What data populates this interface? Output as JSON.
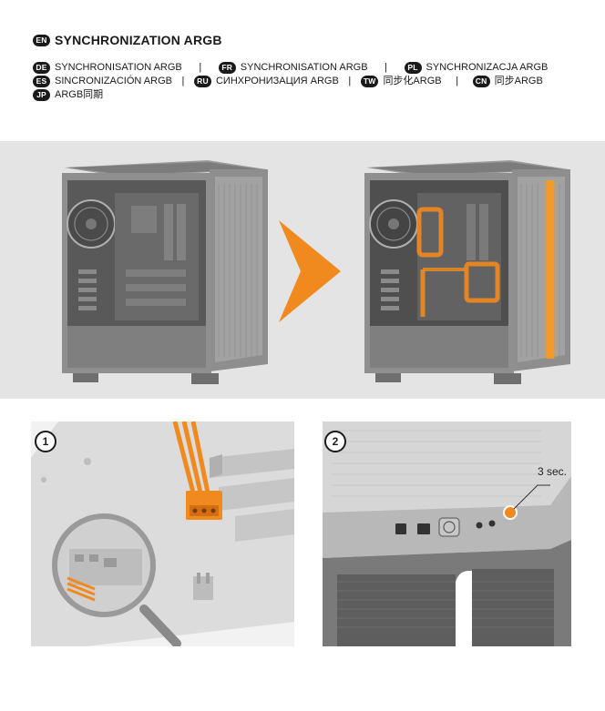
{
  "header": {
    "title_code": "EN",
    "title": "SYNCHRONIZATION ARGB",
    "line1": [
      {
        "code": "DE",
        "text": "SYNCHRONISATION ARGB"
      },
      {
        "code": "FR",
        "text": "SYNCHRONISATION ARGB"
      },
      {
        "code": "PL",
        "text": "SYNCHRONIZACJA ARGB"
      }
    ],
    "line2": [
      {
        "code": "ES",
        "text": "SINCRONIZACIÓN ARGB"
      },
      {
        "code": "RU",
        "text": "СИНХРОНИЗАЦИЯ ARGB"
      },
      {
        "code": "TW",
        "text": "同步化ARGB"
      },
      {
        "code": "CN",
        "text": "同步ARGB"
      }
    ],
    "line3": [
      {
        "code": "JP",
        "text": "ARGB同期"
      }
    ],
    "separator": "|"
  },
  "steps": {
    "step1": "1",
    "step2": "2",
    "hold_time": "3 sec."
  },
  "colors": {
    "accent_orange": "#f08a1e",
    "case_gray": "#8c8c8c",
    "band_gray": "#e4e4e4"
  },
  "icons": {
    "arrow": "arrow-right-icon",
    "magnifier": "magnifier-icon"
  }
}
